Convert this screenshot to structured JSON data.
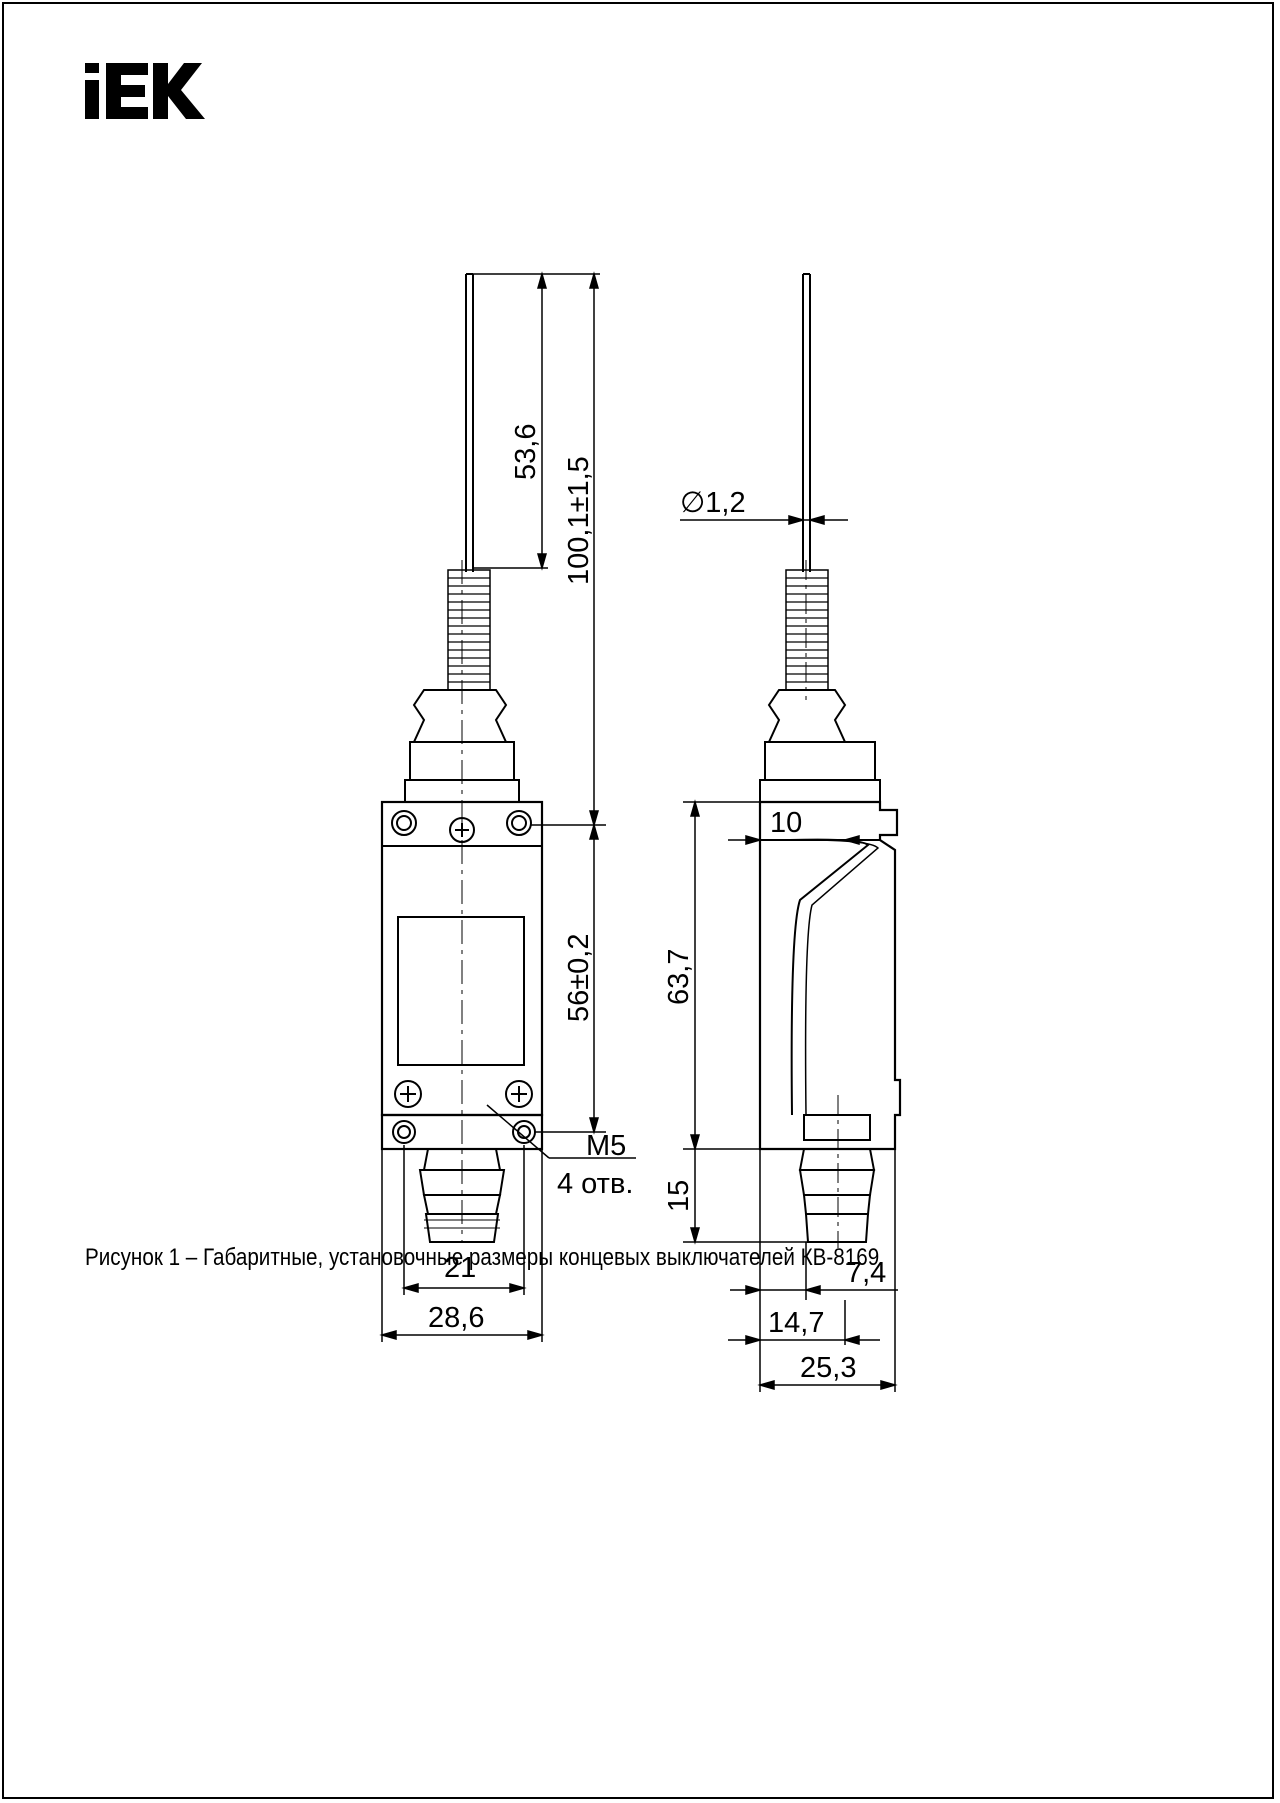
{
  "logo": {
    "text": "IEK",
    "color": "#000000"
  },
  "dimensions": {
    "arm_length": "53,6",
    "total_height": "100,1±1,5",
    "hole_spacing_vertical": "56±0,2",
    "wire_diameter": "∅1,2",
    "side_width_top": "10",
    "side_height": "63,7",
    "thread": "М5",
    "holes_count": "4 отв.",
    "plunger_height": "15",
    "front_inner_width": "21",
    "front_total_width": "28,6",
    "side_offset": "7,4",
    "side_mid_width": "14,7",
    "side_total_width": "25,3"
  },
  "caption": "Рисунок 1 – Габаритные, установочные размеры концевых выключателей КВ-8169"
}
